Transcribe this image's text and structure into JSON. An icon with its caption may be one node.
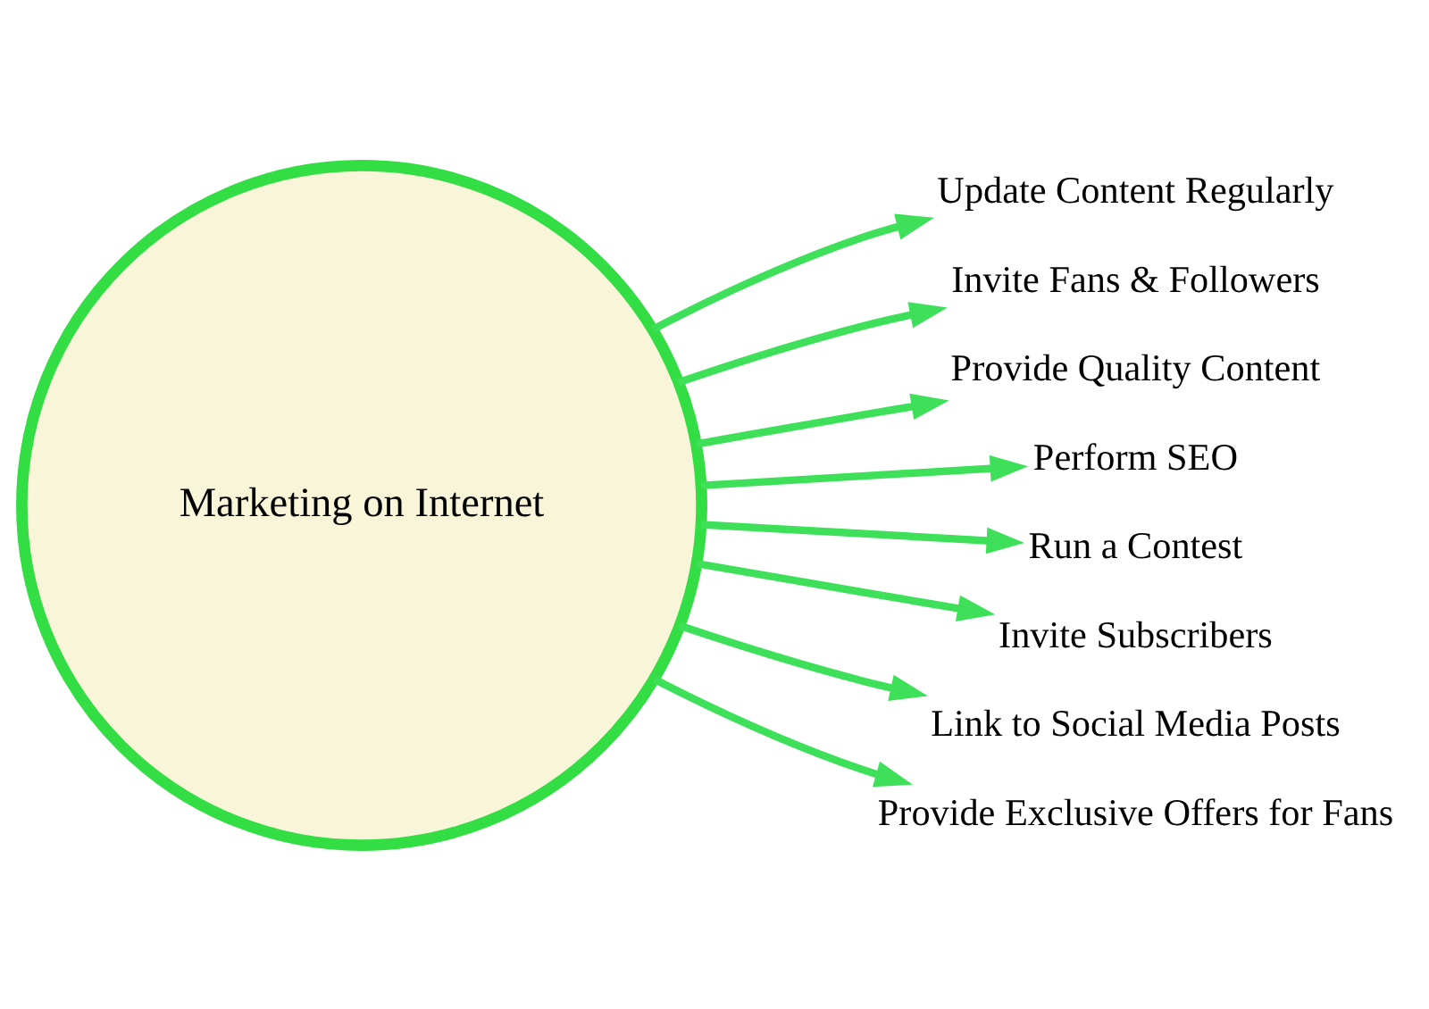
{
  "diagram": {
    "nodes": [
      {
        "text": [
          "Marketing on Internet"
        ]
      },
      {
        "text": [
          "Update Content Regularly"
        ]
      },
      {
        "text": [
          "Invite Fans & Followers"
        ]
      },
      {
        "text": [
          "Provide Quality Content"
        ]
      },
      {
        "text": [
          "Perform SEO"
        ]
      },
      {
        "text": [
          "Run a Contest"
        ]
      },
      {
        "text": [
          "Invite Subscribers"
        ]
      },
      {
        "text": [
          "Link to Social Media Posts"
        ]
      },
      {
        "text": [
          "Provide Exclusive Offers for Fans"
        ]
      }
    ],
    "edges": [
      {
        "from": 0,
        "to": 1,
        "arrow": "to"
      },
      {
        "from": 0,
        "to": 2,
        "arrow": "to"
      },
      {
        "from": 0,
        "to": 3,
        "arrow": "to"
      },
      {
        "from": 0,
        "to": 4,
        "arrow": "to"
      },
      {
        "from": 0,
        "to": 5,
        "arrow": "to"
      },
      {
        "from": 0,
        "to": 6,
        "arrow": "to"
      },
      {
        "from": 0,
        "to": 7,
        "arrow": "to"
      },
      {
        "from": 0,
        "to": 8,
        "arrow": "to"
      }
    ]
  }
}
